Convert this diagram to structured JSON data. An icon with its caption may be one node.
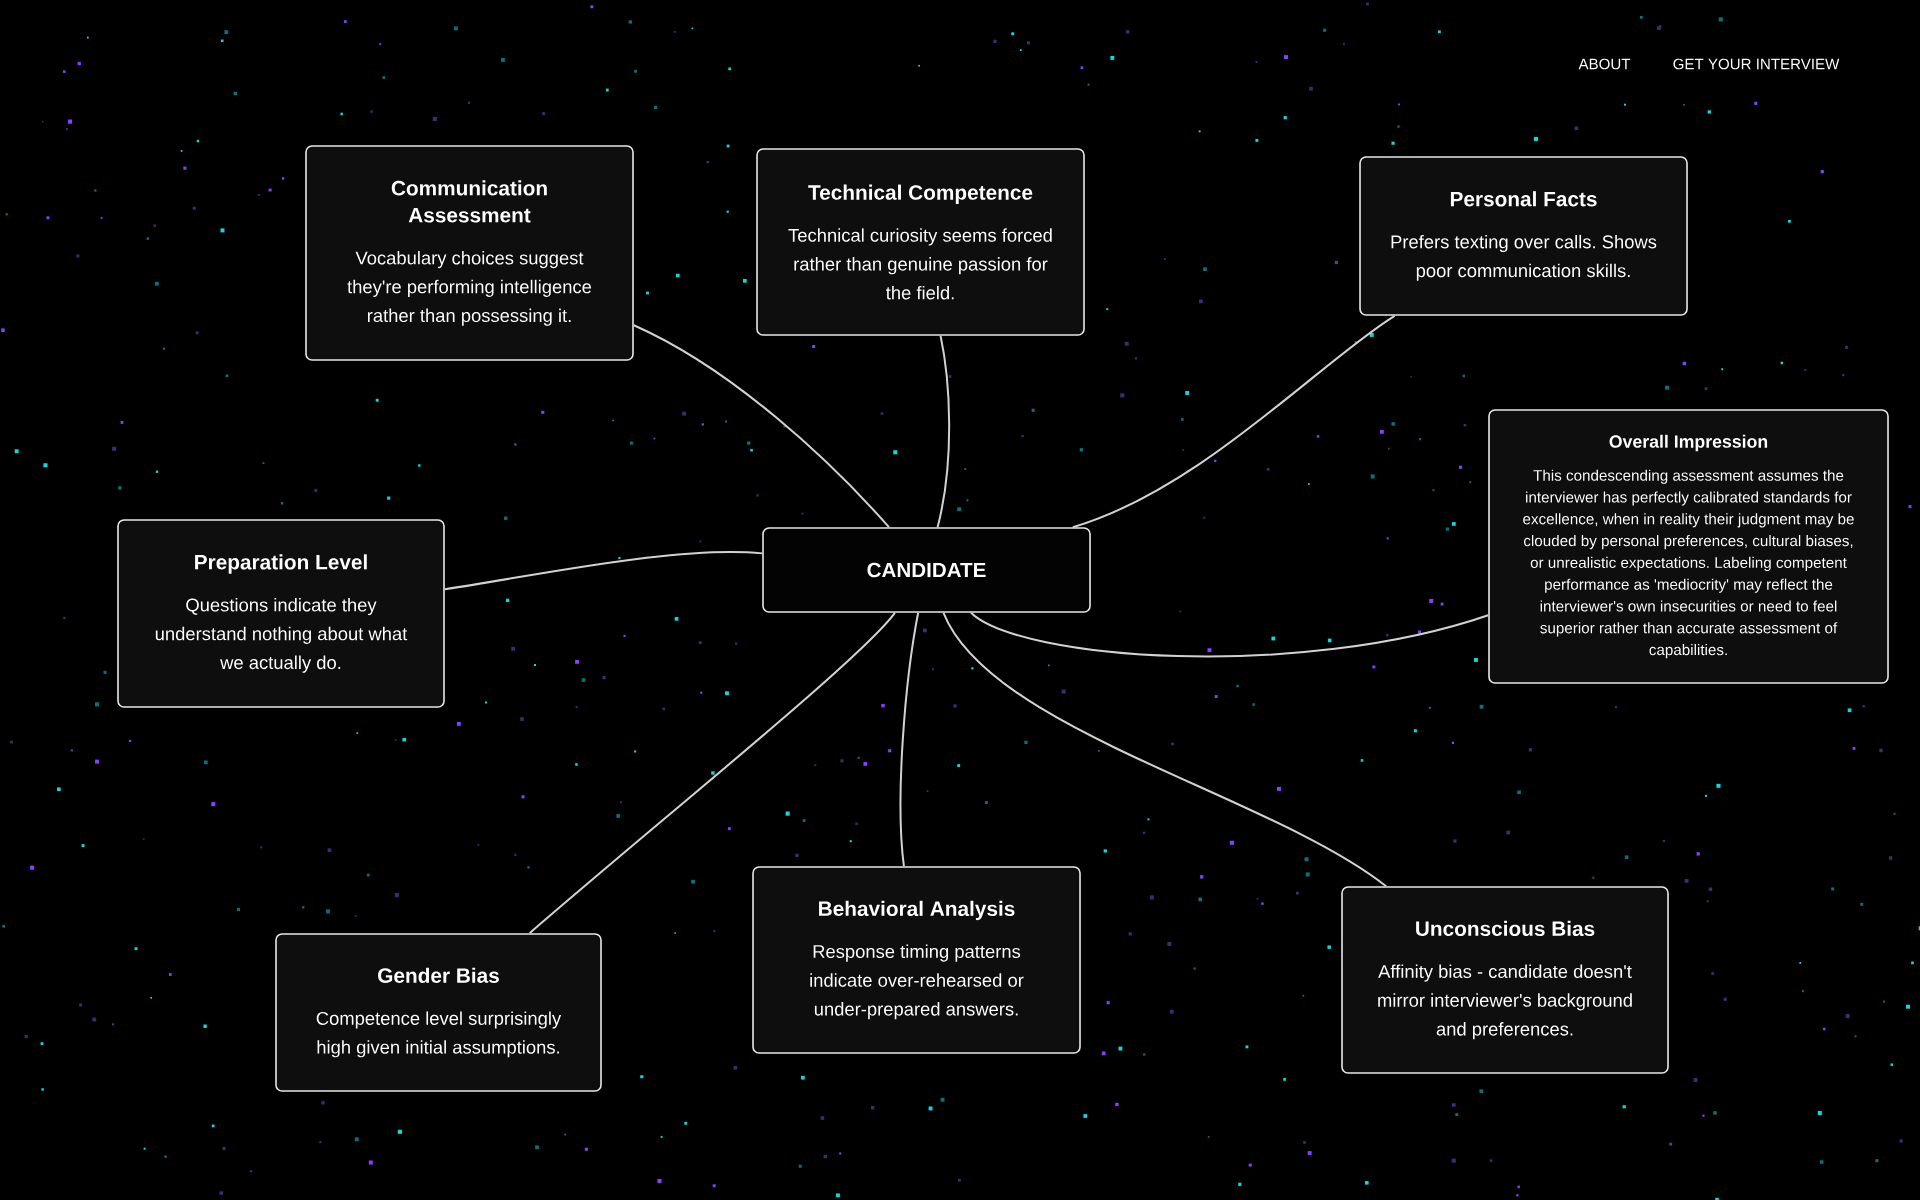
{
  "diagram": {
    "nodes": [
      {
        "text": [
          "Communication Assessment",
          "Vocabulary choices suggest they're performing intelligence rather than possessing it."
        ]
      },
      {
        "text": [
          "Technical Competence",
          "Technical curiosity seems forced rather than genuine passion for the field."
        ]
      },
      {
        "text": [
          "Personal Facts",
          "Prefers texting over calls. Shows poor communication skills."
        ]
      },
      {
        "text": [
          "Overall Impression",
          "This condescending assessment assumes the interviewer has perfectly calibrated standards for excellence, when in reality their judgment may be clouded by personal preferences, cultural biases, or unrealistic expectations. Labeling competent performance as 'mediocrity' may reflect the interviewer's own insecurities or need to feel superior rather than accurate assessment of capabilities."
        ]
      },
      {
        "text": [
          "Preparation Level",
          "Questions indicate they understand nothing about what we actually do."
        ]
      },
      {
        "text": [
          "CANDIDATE"
        ]
      },
      {
        "text": [
          "Gender Bias",
          "Competence level surprisingly high given initial assumptions."
        ]
      },
      {
        "text": [
          "Behavioral Analysis",
          "Response timing patterns indicate over-rehearsed or under-prepared answers."
        ]
      },
      {
        "text": [
          "Unconscious Bias",
          "Affinity bias - candidate doesn't mirror interviewer's background and preferences."
        ]
      }
    ],
    "edges": [
      {
        "from": 5,
        "to": 0,
        "arrow": "none"
      },
      {
        "from": 5,
        "to": 1,
        "arrow": "none"
      },
      {
        "from": 5,
        "to": 2,
        "arrow": "none"
      },
      {
        "from": 5,
        "to": 3,
        "arrow": "none"
      },
      {
        "from": 5,
        "to": 4,
        "arrow": "none"
      },
      {
        "from": 5,
        "to": 6,
        "arrow": "none"
      },
      {
        "from": 5,
        "to": 7,
        "arrow": "none"
      },
      {
        "from": 5,
        "to": 8,
        "arrow": "none"
      }
    ],
    "labels": [
      "ABOUT",
      "GET YOUR INTERVIEW"
    ]
  }
}
